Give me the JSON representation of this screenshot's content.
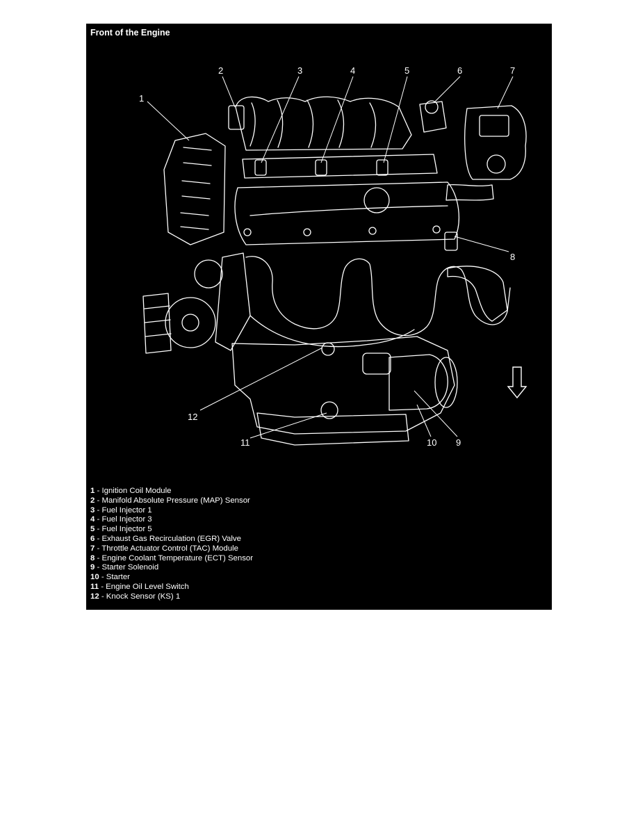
{
  "figure": {
    "title": "Front of the Engine",
    "callouts": [
      {
        "label": "1"
      },
      {
        "label": "2"
      },
      {
        "label": "3"
      },
      {
        "label": "4"
      },
      {
        "label": "5"
      },
      {
        "label": "6"
      },
      {
        "label": "7"
      },
      {
        "label": "8"
      },
      {
        "label": "9"
      },
      {
        "label": "10"
      },
      {
        "label": "11"
      },
      {
        "label": "12"
      }
    ],
    "legend": [
      {
        "num": "1",
        "sep": " - ",
        "text": "Ignition Coil Module"
      },
      {
        "num": "2",
        "sep": " - ",
        "text": "Manifold Absolute Pressure (MAP) Sensor"
      },
      {
        "num": "3",
        "sep": " - ",
        "text": "Fuel Injector 1"
      },
      {
        "num": "4",
        "sep": " - ",
        "text": "Fuel Injector 3"
      },
      {
        "num": "5",
        "sep": " - ",
        "text": "Fuel Injector 5"
      },
      {
        "num": "6",
        "sep": " - ",
        "text": "Exhaust Gas Recirculation (EGR) Valve"
      },
      {
        "num": "7",
        "sep": " - ",
        "text": "Throttle Actuator Control (TAC) Module"
      },
      {
        "num": "8",
        "sep": " - ",
        "text": "Engine Coolant Temperature (ECT) Sensor"
      },
      {
        "num": "9",
        "sep": " - ",
        "text": "Starter Solenoid"
      },
      {
        "num": "10",
        "sep": " - ",
        "text": "Starter"
      },
      {
        "num": "11",
        "sep": " - ",
        "text": "Engine Oil Level Switch"
      },
      {
        "num": "12",
        "sep": " - ",
        "text": "Knock Sensor (KS) 1"
      }
    ],
    "colors": {
      "background": "#000000",
      "lines": "#ffffff",
      "page": "#ffffff"
    }
  }
}
